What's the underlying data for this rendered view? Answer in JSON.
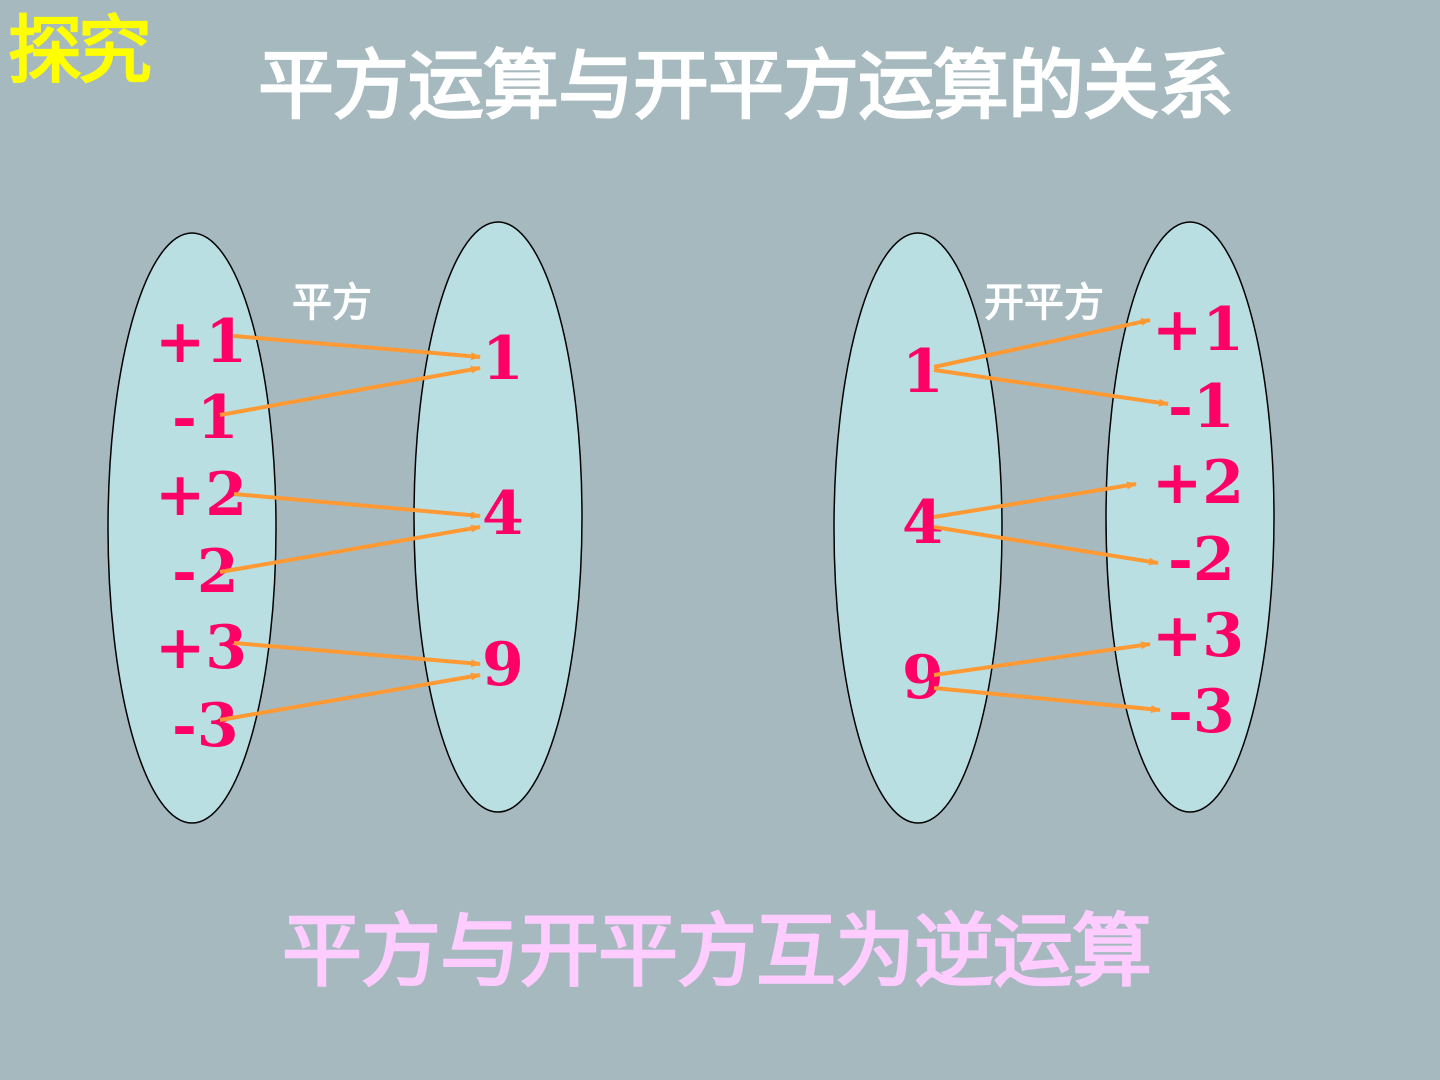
{
  "slide": {
    "tag": "探究",
    "title": "平方运算与开平方运算的关系",
    "conclusion": "平方与开平方互为逆运算"
  },
  "colors": {
    "background": "#a5b9bf",
    "tag": "#ffff00",
    "title": "#ffffff",
    "conclusion": "#ffccff",
    "number": "#ff0066",
    "arrow": "#ff9933",
    "oval_fill": "#b9dfe2",
    "oval_stroke": "#000000",
    "op_label": "#ffffff"
  },
  "square_map": {
    "label": "平方",
    "domain": [
      "+1",
      "-1",
      "+2",
      "-2",
      "+3",
      "-3"
    ],
    "codomain": [
      "1",
      "4",
      "9"
    ],
    "arrows": [
      {
        "from": "+1",
        "to": "1"
      },
      {
        "from": "-1",
        "to": "1"
      },
      {
        "from": "+2",
        "to": "4"
      },
      {
        "from": "-2",
        "to": "4"
      },
      {
        "from": "+3",
        "to": "9"
      },
      {
        "from": "-3",
        "to": "9"
      }
    ]
  },
  "sqrt_map": {
    "label": "开平方",
    "domain": [
      "1",
      "4",
      "9"
    ],
    "codomain": [
      "+1",
      "-1",
      "+2",
      "-2",
      "+3",
      "-3"
    ],
    "arrows": [
      {
        "from": "1",
        "to": "+1"
      },
      {
        "from": "1",
        "to": "-1"
      },
      {
        "from": "4",
        "to": "+2"
      },
      {
        "from": "4",
        "to": "-2"
      },
      {
        "from": "9",
        "to": "+3"
      },
      {
        "from": "9",
        "to": "-3"
      }
    ]
  }
}
